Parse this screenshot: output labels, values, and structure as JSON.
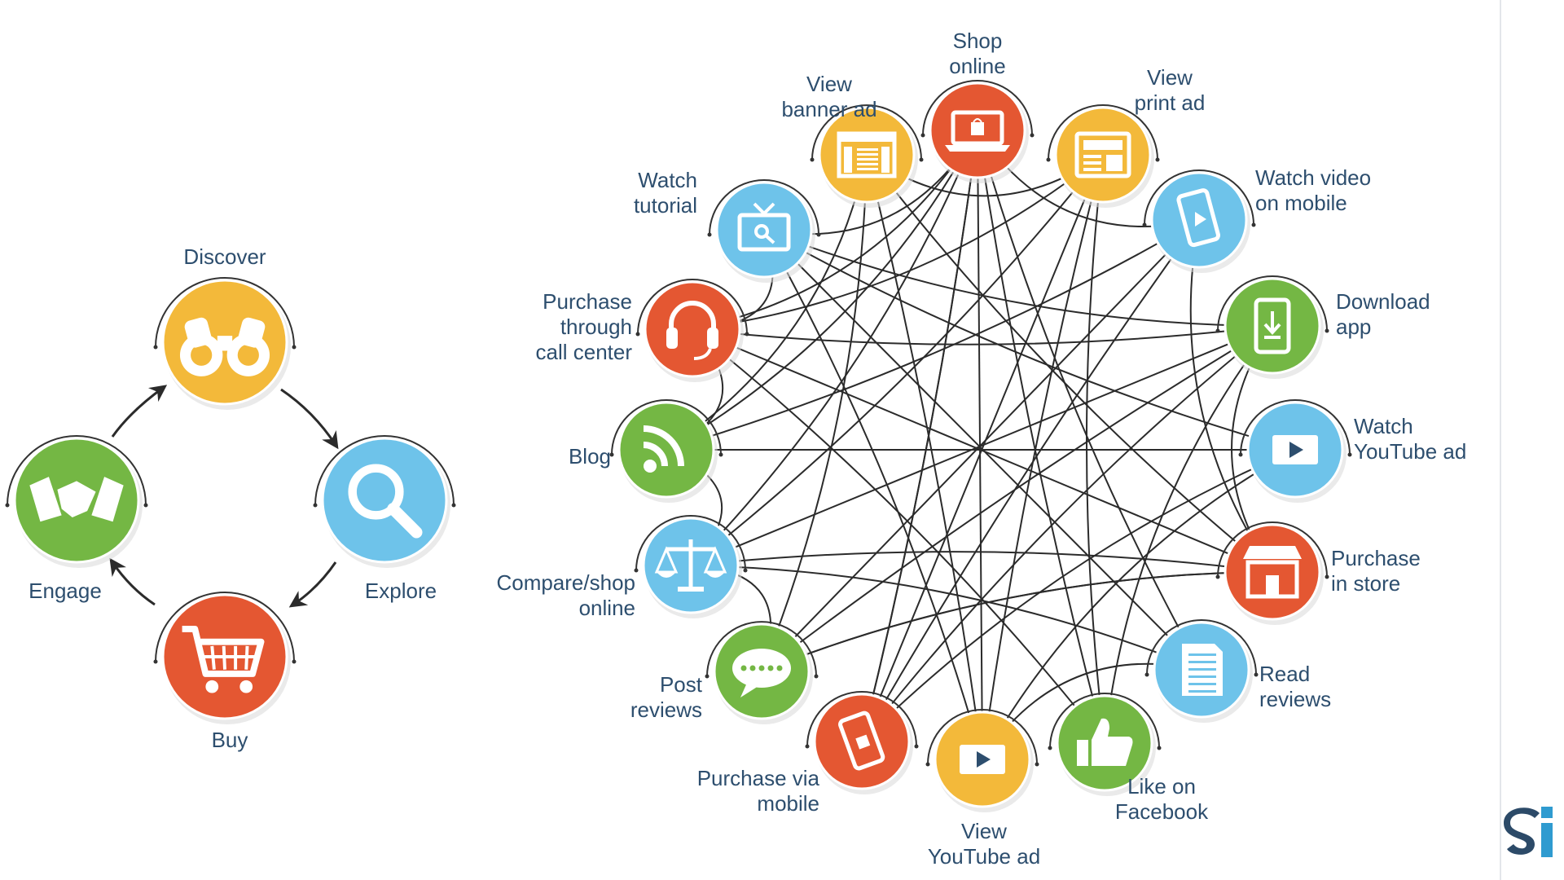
{
  "colors": {
    "yellow": "#f3b93a",
    "red": "#e45732",
    "blue": "#6ec3ea",
    "green": "#74b744",
    "ink": "#2d4e6e",
    "lines": "#2b2b2b",
    "logo_dark": "#2c4a68",
    "logo_teal": "#2f9bd0"
  },
  "cycle": {
    "steps": [
      {
        "label": "Discover",
        "icon": "binoculars-icon",
        "color": "yellow"
      },
      {
        "label": "Explore",
        "icon": "magnifier-icon",
        "color": "blue"
      },
      {
        "label": "Buy",
        "icon": "shopping-cart-icon",
        "color": "red"
      },
      {
        "label": "Engage",
        "icon": "handshake-icon",
        "color": "green"
      }
    ]
  },
  "network": {
    "nodes": [
      {
        "id": "shop-online",
        "lines": [
          "Shop",
          "online"
        ],
        "icon": "laptop-bag-icon",
        "color": "red"
      },
      {
        "id": "view-print-ad",
        "lines": [
          "View",
          "print ad"
        ],
        "icon": "newspaper-icon",
        "color": "yellow"
      },
      {
        "id": "watch-video-mobile",
        "lines": [
          "Watch video",
          "on mobile"
        ],
        "icon": "mobile-video-icon",
        "color": "blue"
      },
      {
        "id": "download-app",
        "lines": [
          "Download",
          "app"
        ],
        "icon": "app-download-icon",
        "color": "green"
      },
      {
        "id": "watch-youtube-ad",
        "lines": [
          "Watch",
          "YouTube ad"
        ],
        "icon": "video-play-icon",
        "color": "blue"
      },
      {
        "id": "purchase-in-store",
        "lines": [
          "Purchase",
          "in store"
        ],
        "icon": "storefront-icon",
        "color": "red"
      },
      {
        "id": "read-reviews",
        "lines": [
          "Read",
          "reviews"
        ],
        "icon": "document-icon",
        "color": "blue"
      },
      {
        "id": "like-facebook",
        "lines": [
          "Like on",
          "Facebook"
        ],
        "icon": "thumbs-up-icon",
        "color": "green"
      },
      {
        "id": "view-youtube-ad",
        "lines": [
          "View",
          "YouTube ad"
        ],
        "icon": "video-play-icon",
        "color": "yellow"
      },
      {
        "id": "purchase-mobile",
        "lines": [
          "Purchase via",
          "mobile"
        ],
        "icon": "mobile-purchase-icon",
        "color": "red"
      },
      {
        "id": "post-reviews",
        "lines": [
          "Post",
          "reviews"
        ],
        "icon": "review-bubble-icon",
        "color": "green"
      },
      {
        "id": "compare-shop",
        "lines": [
          "Compare/shop",
          "online"
        ],
        "icon": "scales-icon",
        "color": "blue"
      },
      {
        "id": "blog",
        "lines": [
          "Blog"
        ],
        "icon": "rss-icon",
        "color": "green"
      },
      {
        "id": "call-center",
        "lines": [
          "Purchase",
          "through",
          "call center"
        ],
        "icon": "headset-icon",
        "color": "red"
      },
      {
        "id": "watch-tutorial",
        "lines": [
          "Watch",
          "tutorial"
        ],
        "icon": "tv-tutorial-icon",
        "color": "blue"
      },
      {
        "id": "view-banner-ad",
        "lines": [
          "View",
          "banner ad"
        ],
        "icon": "banner-ad-icon",
        "color": "yellow"
      }
    ]
  },
  "logo": {
    "text": "si",
    "icon": "si-logo-icon"
  }
}
